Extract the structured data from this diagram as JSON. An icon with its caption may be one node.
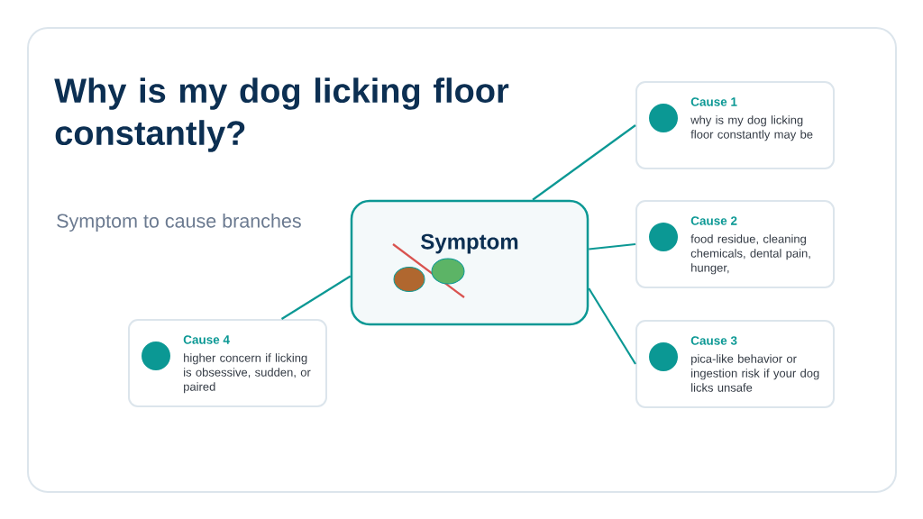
{
  "diagram": {
    "title": "Why is my dog licking floor constantly?",
    "nodes": [
      {
        "text": [
          "Symptom"
        ]
      },
      {
        "text": [
          "Cause 1",
          "why is my dog licking floor constantly may be"
        ]
      },
      {
        "text": [
          "Cause 2",
          "food residue, cleaning chemicals, dental pain, hunger,"
        ]
      },
      {
        "text": [
          "Cause 3",
          "pica-like behavior or ingestion risk if your dog licks unsafe"
        ]
      },
      {
        "text": [
          "Cause 4",
          "higher concern if licking is obsessive, sudden, or paired"
        ]
      }
    ],
    "edges": [
      {
        "from": 0,
        "to": 1,
        "arrow": "none"
      },
      {
        "from": 0,
        "to": 2,
        "arrow": "none"
      },
      {
        "from": 0,
        "to": 3,
        "arrow": "none"
      },
      {
        "from": 0,
        "to": 4,
        "arrow": "none"
      }
    ],
    "labels": [
      "Symptom to cause branches"
    ]
  }
}
